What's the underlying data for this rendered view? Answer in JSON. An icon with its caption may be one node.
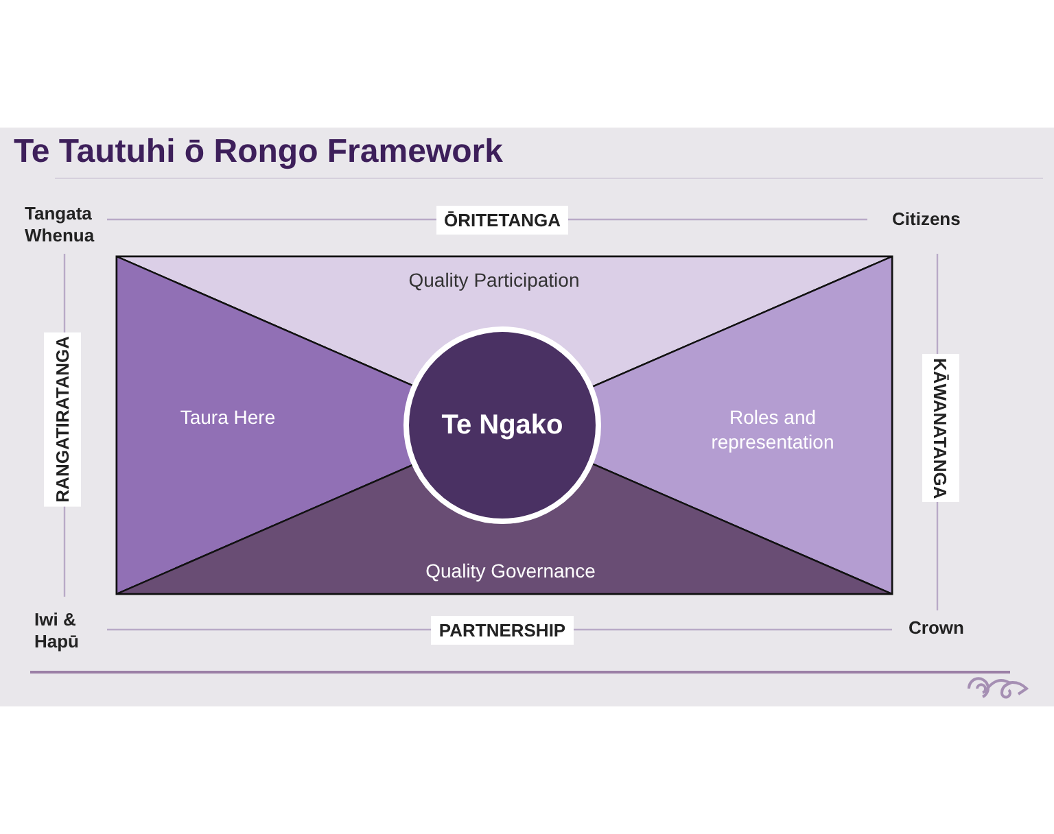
{
  "diagram": {
    "title": "Te Tautuhi ō Rongo Framework",
    "nodes": [
      {
        "text": [
          "ŌRITETANGA"
        ]
      },
      {
        "text": [
          "RANGATIRATANGA"
        ]
      },
      {
        "text": [
          "Quality Participation"
        ]
      },
      {
        "text": [
          "Taura Here"
        ]
      },
      {
        "text": [
          "Te Ngako"
        ]
      },
      {
        "text": [
          "Roles and representation"
        ]
      },
      {
        "text": [
          "Quality Governance"
        ]
      },
      {
        "text": [
          "KĀWANATANGA"
        ]
      },
      {
        "text": [
          "PARTNERSHIP"
        ]
      }
    ],
    "edges": [],
    "labels": [
      "Tangata Whenua",
      "Citizens",
      "Iwi & Hapū",
      "Crown"
    ]
  }
}
